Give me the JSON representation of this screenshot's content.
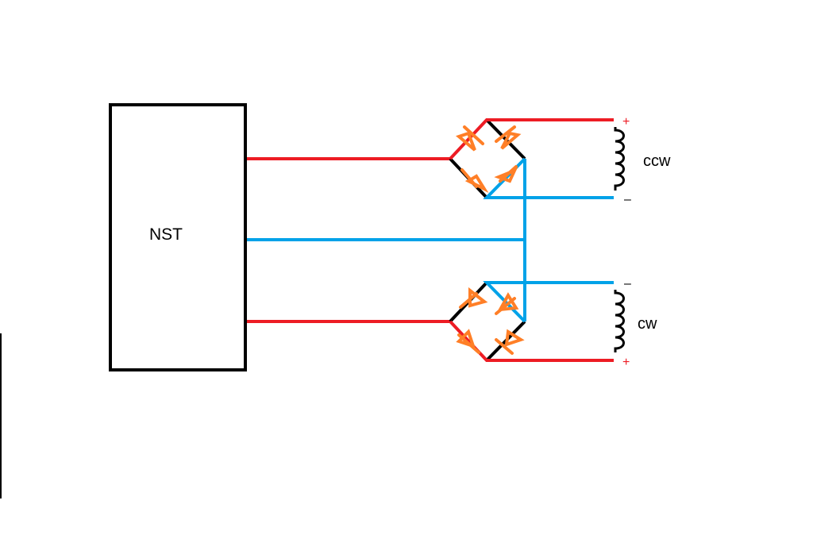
{
  "diagram": {
    "source_label": "NST",
    "coils": [
      {
        "label": "ccw",
        "top_polarity": "+",
        "bottom_polarity": "–"
      },
      {
        "label": "cw",
        "top_polarity": "–",
        "bottom_polarity": "+"
      }
    ],
    "components": [
      "neon-sign-transformer",
      "bridge-rectifier-top",
      "bridge-rectifier-bottom",
      "coil-ccw",
      "coil-cw"
    ],
    "colors": {
      "hot_wire": "#ed1c24",
      "common_wire": "#00a2e8",
      "diode": "#ff7f27",
      "bridge_frame": "#000000"
    }
  }
}
